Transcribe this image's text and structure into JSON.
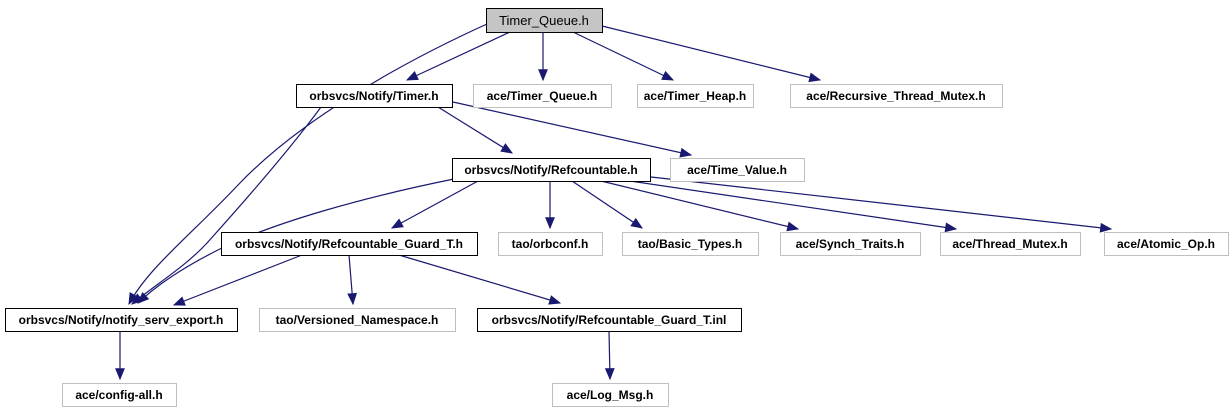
{
  "graph": {
    "kind": "include-dependency-graph",
    "edge_color": "#191970",
    "root_fill": "#c5c5c5",
    "internal_border_color": "#000000",
    "external_border_color": "#bfbfbf",
    "nodes": [
      {
        "id": "timer-queue-h",
        "label": "Timer_Queue.h",
        "type": "root"
      },
      {
        "id": "notify-timer-h",
        "label": "orbsvcs/Notify/Timer.h",
        "type": "internal"
      },
      {
        "id": "ace-timer-queue-h",
        "label": "ace/Timer_Queue.h",
        "type": "external"
      },
      {
        "id": "ace-timer-heap-h",
        "label": "ace/Timer_Heap.h",
        "type": "external"
      },
      {
        "id": "ace-recursive-thread-mutex-h",
        "label": "ace/Recursive_Thread_Mutex.h",
        "type": "external"
      },
      {
        "id": "notify-refcountable-h",
        "label": "orbsvcs/Notify/Refcountable.h",
        "type": "internal"
      },
      {
        "id": "ace-time-value-h",
        "label": "ace/Time_Value.h",
        "type": "external"
      },
      {
        "id": "notify-refcountable-guard-t-h",
        "label": "orbsvcs/Notify/Refcountable_Guard_T.h",
        "type": "internal"
      },
      {
        "id": "tao-orbconf-h",
        "label": "tao/orbconf.h",
        "type": "external"
      },
      {
        "id": "tao-basic-types-h",
        "label": "tao/Basic_Types.h",
        "type": "external"
      },
      {
        "id": "ace-synch-traits-h",
        "label": "ace/Synch_Traits.h",
        "type": "external"
      },
      {
        "id": "ace-thread-mutex-h",
        "label": "ace/Thread_Mutex.h",
        "type": "external"
      },
      {
        "id": "ace-atomic-op-h",
        "label": "ace/Atomic_Op.h",
        "type": "external"
      },
      {
        "id": "notify-serv-export-h",
        "label": "orbsvcs/Notify/notify_serv_export.h",
        "type": "internal"
      },
      {
        "id": "tao-versioned-namespace-h",
        "label": "tao/Versioned_Namespace.h",
        "type": "external"
      },
      {
        "id": "notify-refcountable-guard-t-inl",
        "label": "orbsvcs/Notify/Refcountable_Guard_T.inl",
        "type": "internal"
      },
      {
        "id": "ace-config-all-h",
        "label": "ace/config-all.h",
        "type": "external"
      },
      {
        "id": "ace-log-msg-h",
        "label": "ace/Log_Msg.h",
        "type": "external"
      }
    ],
    "edges": [
      {
        "from": "Timer_Queue.h",
        "to": "orbsvcs/Notify/Timer.h"
      },
      {
        "from": "Timer_Queue.h",
        "to": "ace/Timer_Queue.h"
      },
      {
        "from": "Timer_Queue.h",
        "to": "ace/Timer_Heap.h"
      },
      {
        "from": "Timer_Queue.h",
        "to": "ace/Recursive_Thread_Mutex.h"
      },
      {
        "from": "Timer_Queue.h",
        "to": "orbsvcs/Notify/notify_serv_export.h"
      },
      {
        "from": "orbsvcs/Notify/Timer.h",
        "to": "orbsvcs/Notify/Refcountable.h"
      },
      {
        "from": "orbsvcs/Notify/Timer.h",
        "to": "ace/Time_Value.h"
      },
      {
        "from": "orbsvcs/Notify/Timer.h",
        "to": "orbsvcs/Notify/notify_serv_export.h"
      },
      {
        "from": "orbsvcs/Notify/Refcountable.h",
        "to": "orbsvcs/Notify/Refcountable_Guard_T.h"
      },
      {
        "from": "orbsvcs/Notify/Refcountable.h",
        "to": "tao/orbconf.h"
      },
      {
        "from": "orbsvcs/Notify/Refcountable.h",
        "to": "tao/Basic_Types.h"
      },
      {
        "from": "orbsvcs/Notify/Refcountable.h",
        "to": "ace/Synch_Traits.h"
      },
      {
        "from": "orbsvcs/Notify/Refcountable.h",
        "to": "ace/Thread_Mutex.h"
      },
      {
        "from": "orbsvcs/Notify/Refcountable.h",
        "to": "ace/Atomic_Op.h"
      },
      {
        "from": "orbsvcs/Notify/Refcountable.h",
        "to": "orbsvcs/Notify/notify_serv_export.h"
      },
      {
        "from": "orbsvcs/Notify/Refcountable_Guard_T.h",
        "to": "orbsvcs/Notify/notify_serv_export.h"
      },
      {
        "from": "orbsvcs/Notify/Refcountable_Guard_T.h",
        "to": "tao/Versioned_Namespace.h"
      },
      {
        "from": "orbsvcs/Notify/Refcountable_Guard_T.h",
        "to": "orbsvcs/Notify/Refcountable_Guard_T.inl"
      },
      {
        "from": "orbsvcs/Notify/notify_serv_export.h",
        "to": "ace/config-all.h"
      },
      {
        "from": "orbsvcs/Notify/Refcountable_Guard_T.inl",
        "to": "ace/Log_Msg.h"
      }
    ]
  }
}
